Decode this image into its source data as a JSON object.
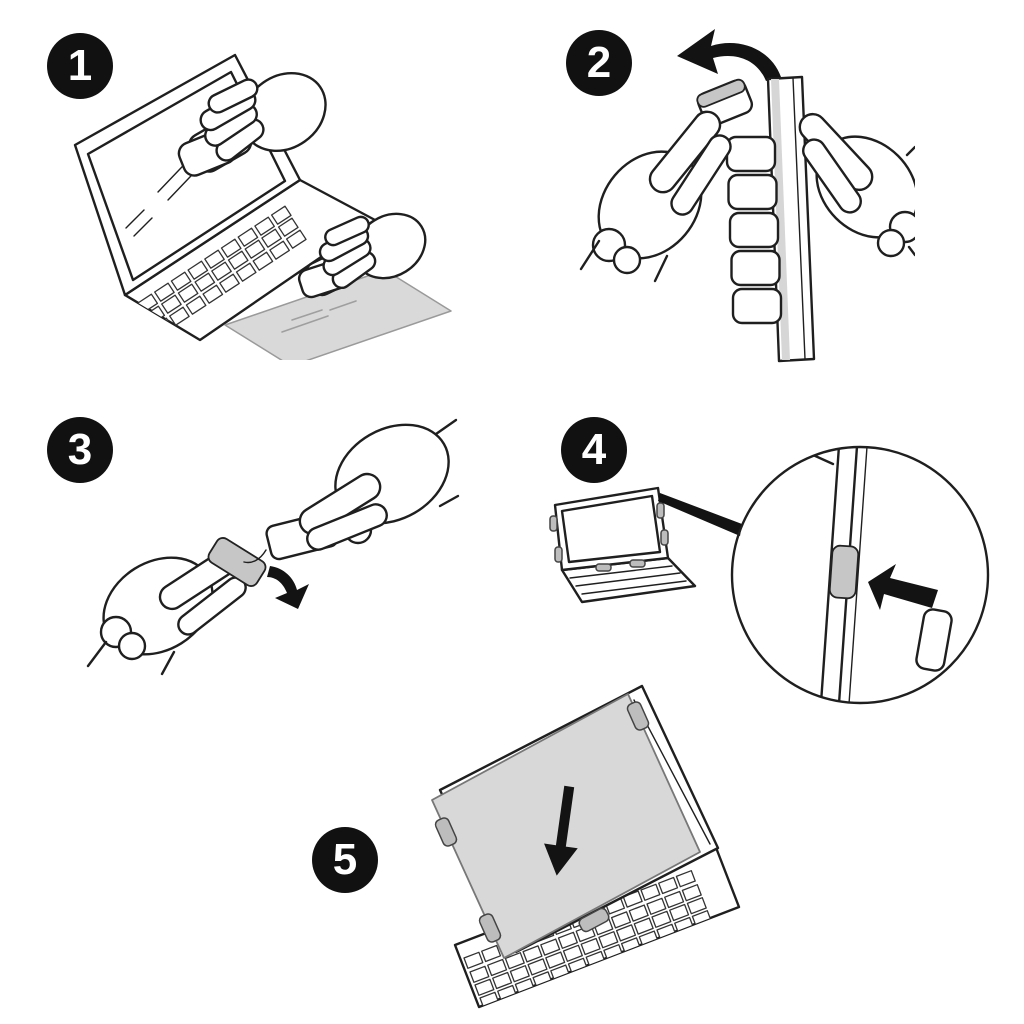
{
  "figure": {
    "background_color": "#ffffff",
    "line_color": "#1f1f1f",
    "accent_gray": "#d9d9d9",
    "badge_fill": "#111111",
    "badge_text_color": "#ffffff"
  },
  "steps": [
    {
      "number": "1",
      "illustration": "wipe-laptop-screen-with-cloth-illustration"
    },
    {
      "number": "2",
      "illustration": "peel-adhesive-tab-from-strip-illustration"
    },
    {
      "number": "3",
      "illustration": "fold-back-tab-liner-illustration"
    },
    {
      "number": "4",
      "illustration": "attach-tab-to-screen-bezel-illustration"
    },
    {
      "number": "5",
      "illustration": "lower-privacy-panel-onto-screen-illustration"
    }
  ]
}
